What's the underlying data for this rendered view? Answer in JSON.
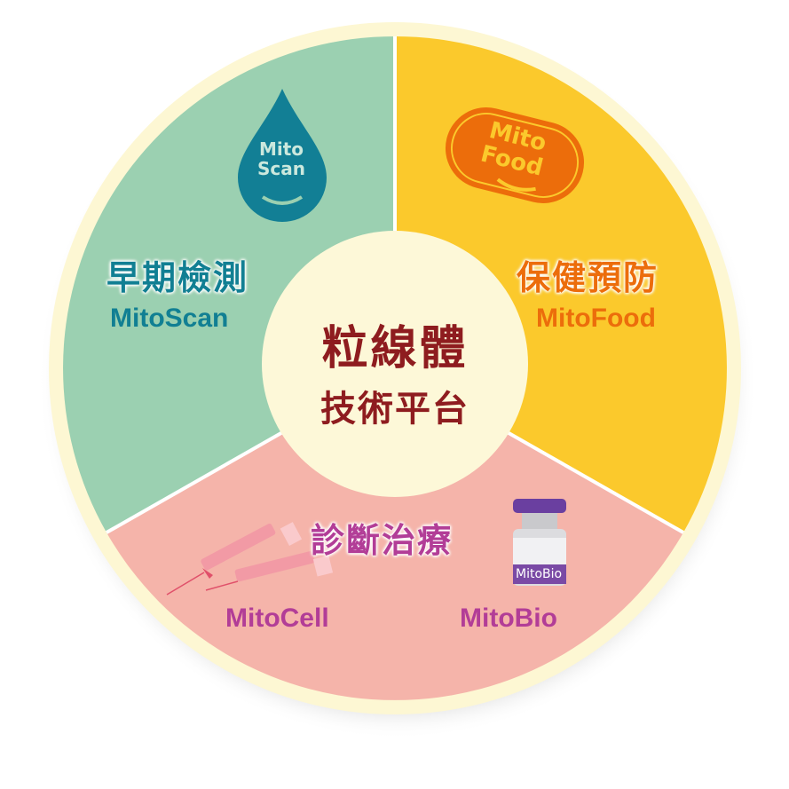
{
  "center": {
    "title": "粒線體",
    "subtitle": "技術平台"
  },
  "segments": [
    {
      "heading": "早期檢測",
      "product": "MitoScan",
      "logo_text": [
        "Mito",
        "Scan"
      ],
      "color": "#9bd0b1",
      "text_color": "#117f93"
    },
    {
      "heading": "保健預防",
      "product": "MitoFood",
      "logo_text": [
        "Mito",
        "Food"
      ],
      "color": "#fbc92c",
      "text_color": "#ec6d0b"
    },
    {
      "heading": "診斷治療",
      "products": [
        "MitoCell",
        "MitoBio"
      ],
      "vial_label": "MitoBio",
      "color": "#f5b4aa",
      "text_color": "#b23d97"
    }
  ],
  "colors": {
    "ring": "#fdf7d3",
    "center": "#fdf8d8",
    "center_text": "#8e1c1f"
  }
}
